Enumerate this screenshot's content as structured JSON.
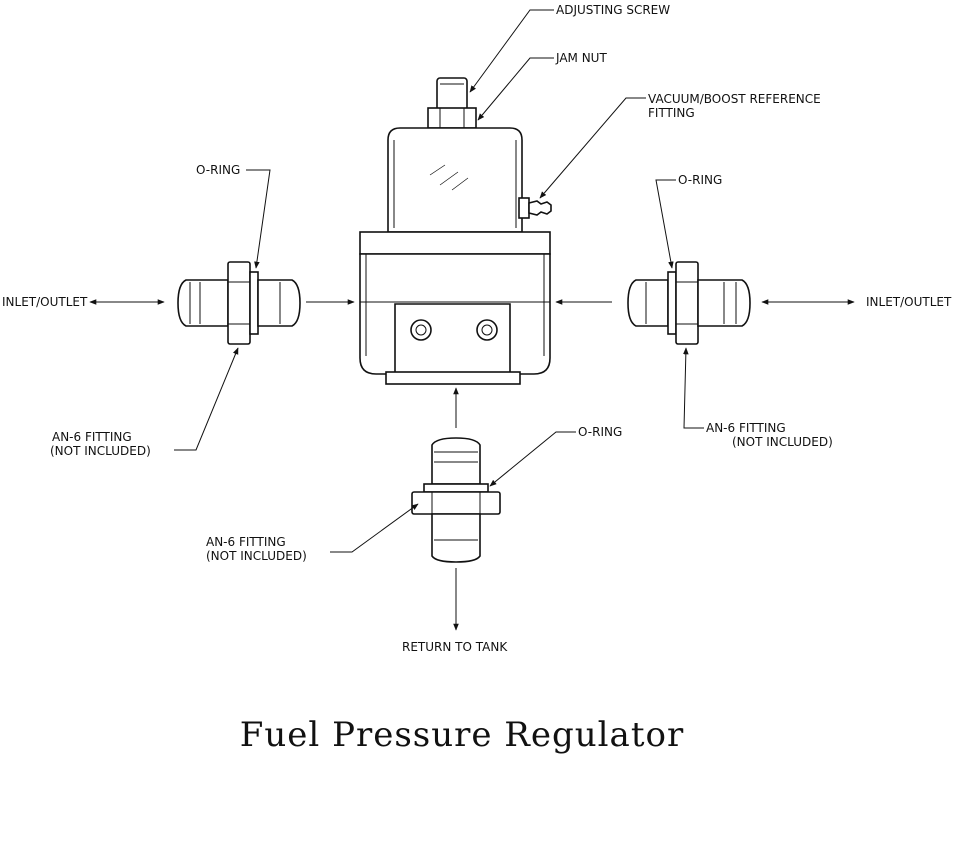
{
  "labels": {
    "adjusting_screw": "ADJUSTING SCREW",
    "jam_nut": "JAM NUT",
    "vacuum_line1": "VACUUM/BOOST REFERENCE",
    "vacuum_line2": "FITTING",
    "oring_left": "O-RING",
    "oring_right": "O-RING",
    "oring_bottom": "O-RING",
    "inlet_left": "INLET/OUTLET",
    "inlet_right": "INLET/OUTLET",
    "an6_left_1": "AN-6 FITTING",
    "an6_left_2": "(NOT INCLUDED)",
    "an6_right_1": "AN-6 FITTING",
    "an6_right_2": "(NOT INCLUDED)",
    "an6_bottom_1": "AN-6 FITTING",
    "an6_bottom_2": "(NOT INCLUDED)",
    "return_to_tank": "RETURN TO TANK"
  },
  "title": "Fuel Pressure Regulator",
  "colors": {
    "ink": "#111111",
    "background": "#ffffff"
  }
}
